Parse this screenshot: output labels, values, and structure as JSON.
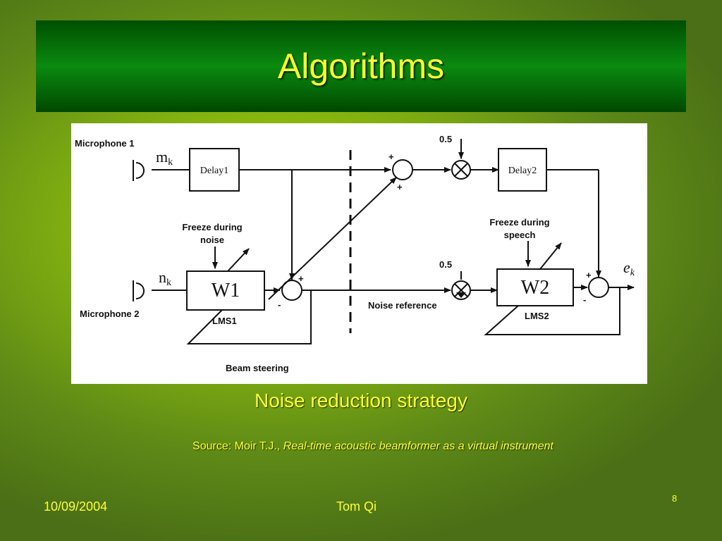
{
  "slide": {
    "title": "Algorithms",
    "caption": "Noise reduction strategy",
    "source_prefix": "Source: Moir T.J., ",
    "source_italic": "Real-time acoustic beamformer as a virtual instrument",
    "footer_date": "10/09/2004",
    "footer_author": "Tom Qi",
    "slide_number": "8"
  },
  "diagram": {
    "mic1_label": "Microphone 1",
    "mic2_label": "Microphone 2",
    "mk_main": "m",
    "mk_sub": "k",
    "nk_main": "n",
    "nk_sub": "k",
    "ek_main": "e",
    "ek_sub": "k",
    "delay1": "Delay1",
    "delay2": "Delay2",
    "w1": "W1",
    "w2": "W2",
    "lms1": "LMS1",
    "lms2": "LMS2",
    "freeze_noise_line1": "Freeze during",
    "freeze_noise_line2": "noise",
    "freeze_speech_line1": "Freeze during",
    "freeze_speech_line2": "speech",
    "gain_top": "0.5",
    "gain_bottom": "0.5",
    "noise_reference": "Noise reference",
    "beam_steering": "Beam steering",
    "plus": "+",
    "minus": "-"
  }
}
